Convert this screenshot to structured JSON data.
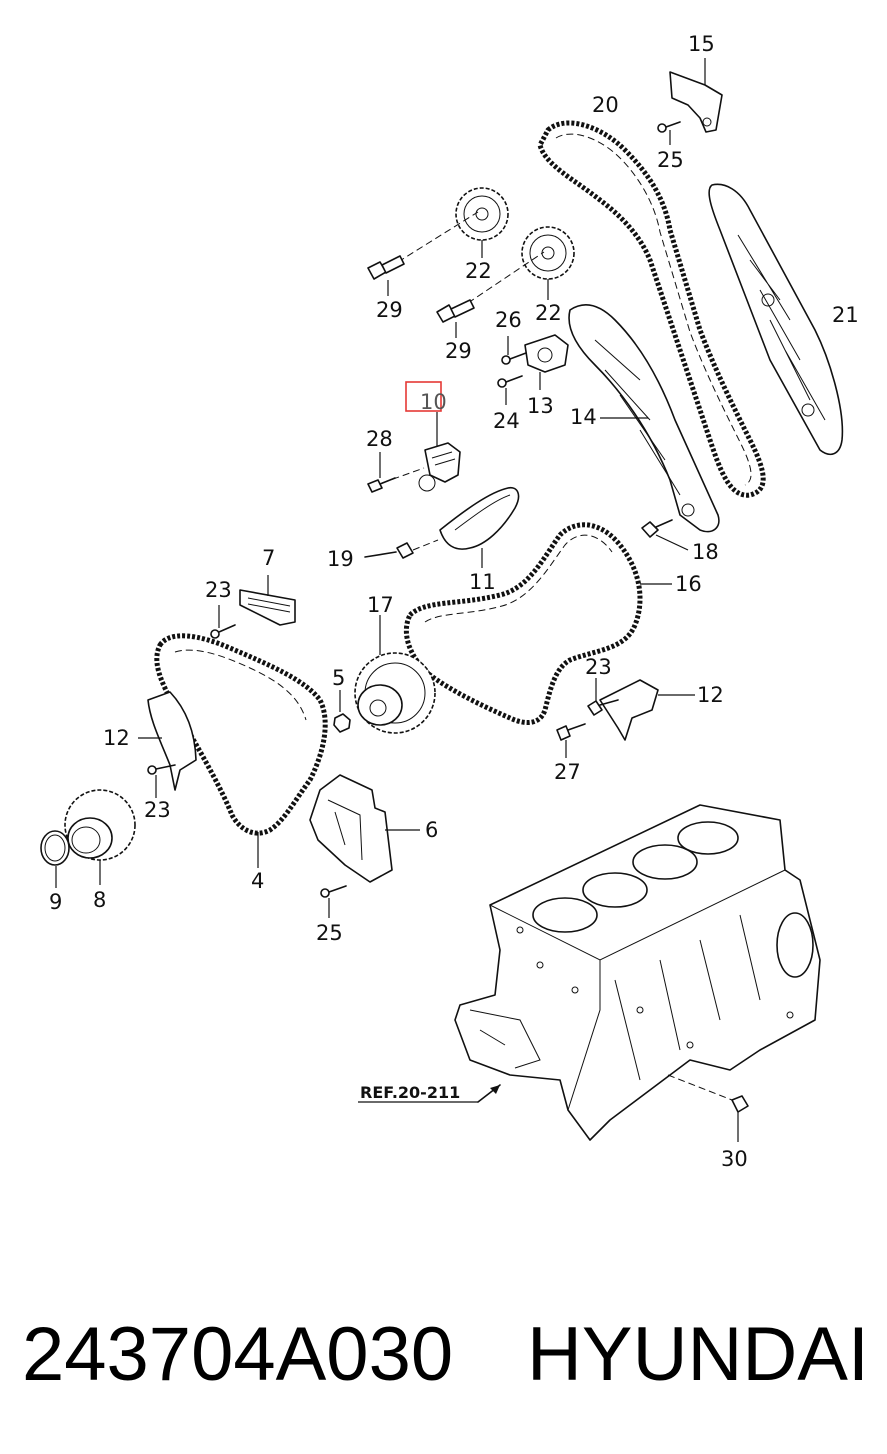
{
  "diagram": {
    "labels": {
      "l15": "15",
      "l20": "20",
      "l25a": "25",
      "l21": "21",
      "l22a": "22",
      "l22b": "22",
      "l29a": "29",
      "l29b": "29",
      "l26": "26",
      "l24": "24",
      "l13": "13",
      "l14": "14",
      "l10": "10",
      "l28": "28",
      "l18": "18",
      "l19": "19",
      "l11": "11",
      "l16": "16",
      "l7": "7",
      "l23a": "23",
      "l17": "17",
      "l5": "5",
      "l23b": "23",
      "l12a": "12",
      "l12b": "12",
      "l27": "27",
      "l23c": "23",
      "l6": "6",
      "l9": "9",
      "l8": "8",
      "l4": "4",
      "l25b": "25",
      "l30": "30"
    },
    "reference": "REF.20-211",
    "highlighted_part": "10",
    "highlight_color": "#e53935"
  },
  "caption": {
    "part_number": "243704A030",
    "brand": "HYUNDAI"
  }
}
